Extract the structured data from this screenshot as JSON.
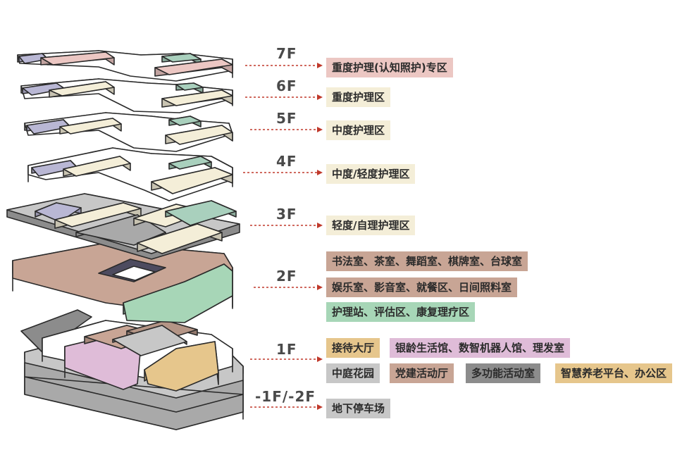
{
  "colors": {
    "pink": "#ecc7c3",
    "cream": "#f4eed8",
    "purple": "#b9b7d4",
    "teal": "#a9d0bd",
    "brown": "#c8a595",
    "green": "#a7d6b7",
    "mauve": "#dfbcd8",
    "tan": "#e6c68c",
    "grey": "#c7c7c7",
    "darkgrey": "#8c8c8c",
    "white": "#ffffff",
    "dark": "#4d4b5f",
    "leader": "#c0392b"
  },
  "floors": [
    {
      "id": "f7",
      "label": "7F",
      "tags": [
        {
          "text": "重度护理(认知照护)专区",
          "color": "pink"
        }
      ]
    },
    {
      "id": "f6",
      "label": "6F",
      "tags": [
        {
          "text": "重度护理区",
          "color": "cream"
        }
      ]
    },
    {
      "id": "f5",
      "label": "5F",
      "tags": [
        {
          "text": "中度护理区",
          "color": "cream"
        }
      ]
    },
    {
      "id": "f4",
      "label": "4F",
      "tags": [
        {
          "text": "中度/轻度护理区",
          "color": "cream"
        }
      ]
    },
    {
      "id": "f3",
      "label": "3F",
      "tags": [
        {
          "text": "轻度/自理护理区",
          "color": "cream"
        }
      ]
    },
    {
      "id": "f2",
      "label": "2F",
      "tags": [
        {
          "text": "书法室、茶室、舞蹈室、棋牌室、台球室",
          "color": "brown"
        },
        {
          "text": "娱乐室、影音室、就餐区、日间照料室",
          "color": "brown"
        },
        {
          "text": "护理站、评估区、康复理疗区",
          "color": "green"
        }
      ]
    },
    {
      "id": "f1",
      "label": "1F",
      "tags": [
        {
          "text": "接待大厅",
          "color": "tan"
        },
        {
          "text": "银龄生活馆、数智机器人馆、理发室",
          "color": "mauve"
        },
        {
          "text": "中庭花园",
          "color": "grey"
        },
        {
          "text": "党建活动厅",
          "color": "brown"
        },
        {
          "text": "多功能活动室",
          "color": "darkgrey"
        },
        {
          "text": "智慧养老平台、办公区",
          "color": "tan"
        }
      ]
    },
    {
      "id": "fb",
      "label": "-1F/-2F",
      "tags": [
        {
          "text": "地下停车场",
          "color": "grey"
        }
      ]
    }
  ]
}
